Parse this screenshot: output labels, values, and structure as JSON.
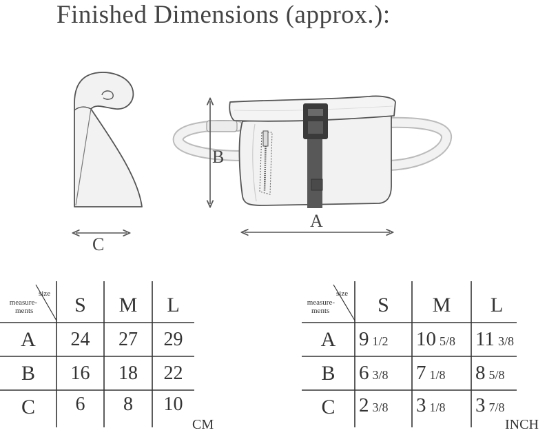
{
  "title": "Finished Dimensions (approx.):",
  "dimension_labels": {
    "a": "A",
    "b": "B",
    "c": "C"
  },
  "icons": [
    "bag-side-view-icon",
    "bag-front-view-icon",
    "buckle-icon",
    "zipper-icon",
    "dimension-arrow-icon"
  ],
  "colors": {
    "outline": "#555555",
    "fill": "#f2f2f2",
    "strap": "#585858",
    "buckle": "#3a3a3a"
  },
  "cm_table": {
    "corner_size": "size",
    "corner_measurements": [
      "measure-",
      "ments"
    ],
    "headers": [
      "S",
      "M",
      "L"
    ],
    "rows": [
      {
        "label": "A",
        "values": [
          "24",
          "27",
          "29"
        ]
      },
      {
        "label": "B",
        "values": [
          "16",
          "18",
          "22"
        ]
      },
      {
        "label": "C",
        "values": [
          "6",
          "8",
          "10"
        ]
      }
    ],
    "unit": "CM"
  },
  "inch_table": {
    "corner_size": "size",
    "corner_measurements": [
      "measure-",
      "ments"
    ],
    "headers": [
      "S",
      "M",
      "L"
    ],
    "rows": [
      {
        "label": "A",
        "values": [
          {
            "whole": "9",
            "frac": "1/2"
          },
          {
            "whole": "10",
            "frac": "5/8"
          },
          {
            "whole": "11",
            "frac": "3/8"
          }
        ]
      },
      {
        "label": "B",
        "values": [
          {
            "whole": "6",
            "frac": "3/8"
          },
          {
            "whole": "7",
            "frac": "1/8"
          },
          {
            "whole": "8",
            "frac": "5/8"
          }
        ]
      },
      {
        "label": "C",
        "values": [
          {
            "whole": "2",
            "frac": "3/8"
          },
          {
            "whole": "3",
            "frac": "1/8"
          },
          {
            "whole": "3",
            "frac": "7/8"
          }
        ]
      }
    ],
    "unit": "INCH"
  }
}
